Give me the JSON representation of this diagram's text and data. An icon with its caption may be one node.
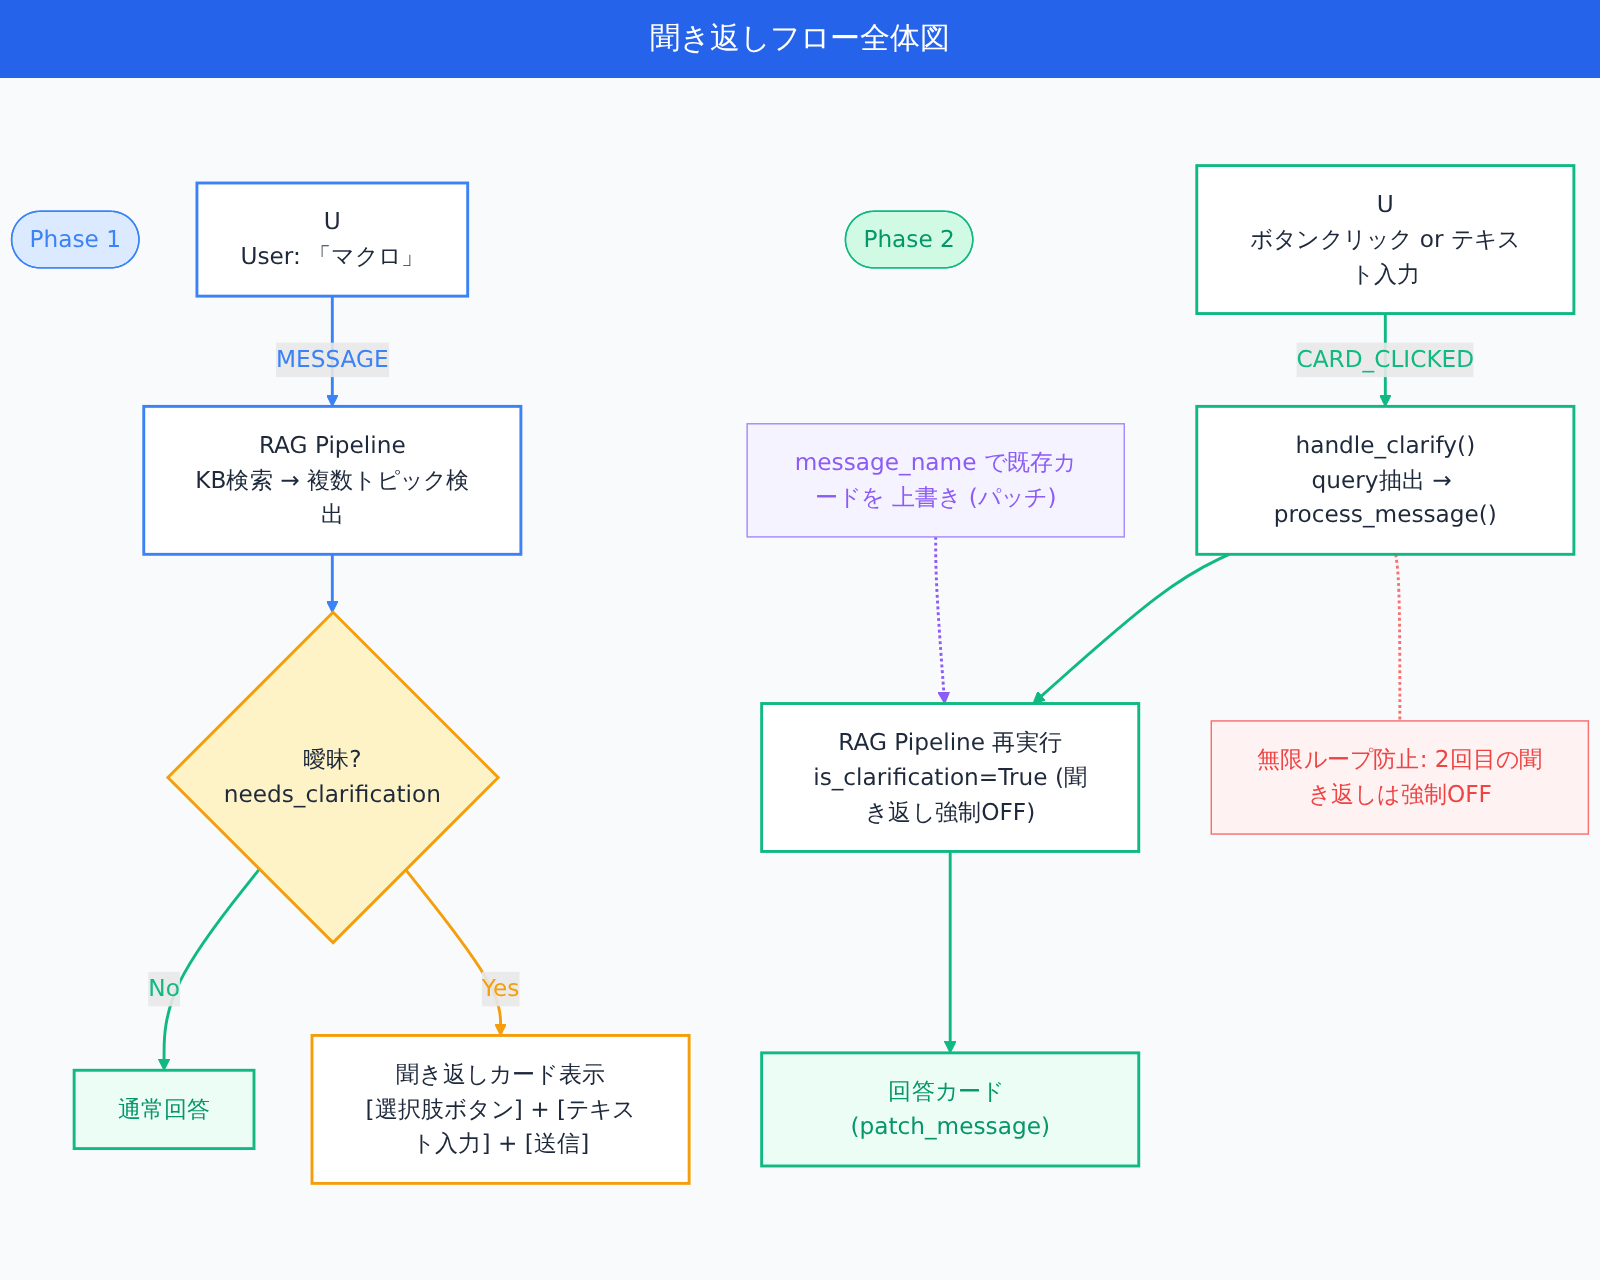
{
  "diagram": {
    "title": "聞き返しフロー全体図",
    "nodes": [
      {
        "text": [
          "Phase 1"
        ]
      },
      {
        "text": [
          "U",
          "User: 「マクロ」"
        ]
      },
      {
        "text": [
          "RAG Pipeline",
          "KB検索 → 複数トピック検出"
        ]
      },
      {
        "text": [
          "曖昧?",
          "needs_clarification"
        ]
      },
      {
        "text": [
          "通常回答"
        ]
      },
      {
        "text": [
          "聞き返しカード表示",
          "[選択肢ボタン] + [テキスト入力] + [送信]"
        ]
      },
      {
        "text": [
          "Phase 2"
        ]
      },
      {
        "text": [
          "U",
          "ボタンクリック or テキスト入力"
        ]
      },
      {
        "text": [
          "handle_clarify()",
          "query抽出 → process_message()"
        ]
      },
      {
        "text": [
          "RAG Pipeline 再実行",
          "is_clarification=True (聞き返し強制OFF)"
        ]
      },
      {
        "text": [
          "回答カード (patch_message)"
        ]
      },
      {
        "text": [
          "無限ループ防止: 2回目の聞き返しは強制OFF"
        ]
      },
      {
        "text": [
          "message_name で既存カードを 上書き (パッチ)"
        ]
      }
    ],
    "edges": [
      {
        "from": 1,
        "to": 2,
        "arrow": "to",
        "label": "MESSAGE",
        "color": "#3b82f6"
      },
      {
        "from": 2,
        "to": 3,
        "arrow": "to",
        "color": "#3b82f6"
      },
      {
        "from": 3,
        "to": 4,
        "arrow": "to",
        "label": "No"
      },
      {
        "from": 3,
        "to": 5,
        "arrow": "to",
        "label": "Yes",
        "color": "#f59e0b"
      },
      {
        "from": 7,
        "to": 8,
        "arrow": "to",
        "label": "CARD_CLICKED"
      },
      {
        "from": 8,
        "to": 9,
        "arrow": "to"
      },
      {
        "from": 9,
        "to": 10,
        "arrow": "to"
      },
      {
        "from": 8,
        "to": 11,
        "arrow": "none",
        "style": "dashed",
        "color": "#f87171"
      },
      {
        "from": 12,
        "to": 9,
        "arrow": "to",
        "style": "dashed",
        "color": "#8b5cf6"
      }
    ]
  }
}
